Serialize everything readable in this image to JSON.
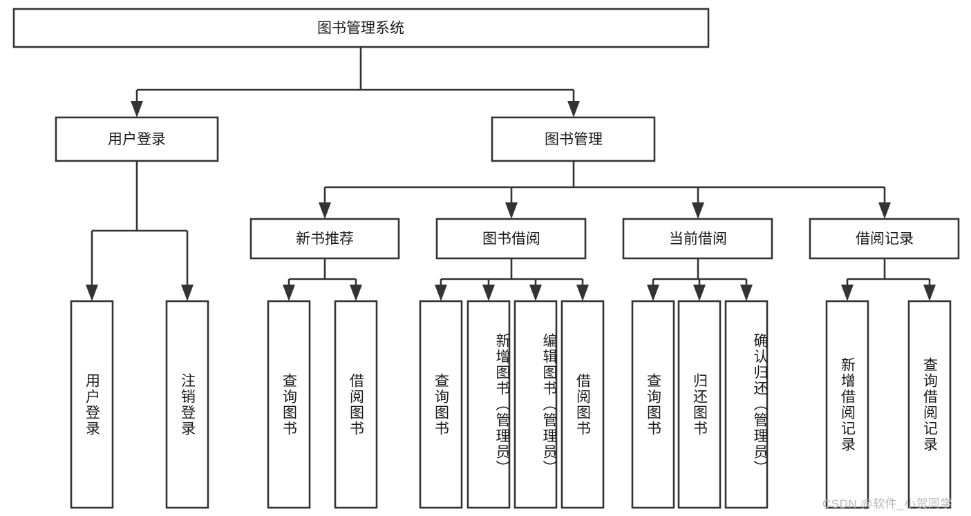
{
  "diagram": {
    "type": "tree-hierarchy",
    "title": "图书管理系统",
    "watermark": "CSDN @软件_小贺同学",
    "colors": {
      "stroke": "#333333",
      "box_fill": "#ffffff",
      "text": "#1a1a1a",
      "watermark": "#b8b8b8",
      "background": "#ffffff"
    },
    "root": {
      "label": "图书管理系统"
    },
    "level2": [
      {
        "label": "用户登录"
      },
      {
        "label": "图书管理"
      }
    ],
    "level3": [
      {
        "label": "新书推荐"
      },
      {
        "label": "图书借阅"
      },
      {
        "label": "当前借阅"
      },
      {
        "label": "借阅记录"
      }
    ],
    "leaves": {
      "user_login": [
        {
          "label": "用户登录"
        },
        {
          "label": "注销登录"
        }
      ],
      "new_book_recommend": [
        {
          "label": "查询图书"
        },
        {
          "label": "借阅图书"
        }
      ],
      "book_borrow": [
        {
          "label": "查询图书"
        },
        {
          "label": "新增图书（管理员）"
        },
        {
          "label": "编辑图书（管理员）"
        },
        {
          "label": "借阅图书"
        }
      ],
      "current_borrow": [
        {
          "label": "查询图书"
        },
        {
          "label": "归还图书"
        },
        {
          "label": "确认归还（管理员）"
        }
      ],
      "borrow_record": [
        {
          "label": "新增借阅记录"
        },
        {
          "label": "查询借阅记录"
        }
      ]
    }
  }
}
